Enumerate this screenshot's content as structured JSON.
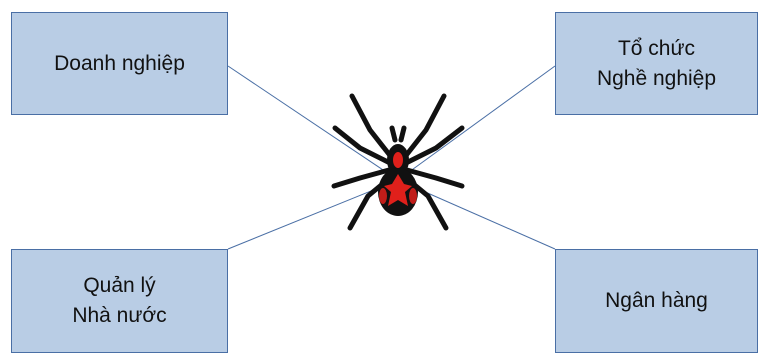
{
  "nodes": {
    "top_left": {
      "lines": [
        "Doanh nghiệp"
      ]
    },
    "top_right": {
      "lines": [
        "Tổ chức",
        "Nghề nghiệp"
      ]
    },
    "bottom_left": {
      "lines": [
        "Quản lý",
        "Nhà nước"
      ]
    },
    "bottom_right": {
      "lines": [
        "Ngân hàng"
      ]
    }
  },
  "center_icon": "spider-icon",
  "colors": {
    "box_fill": "#b9cde5",
    "box_border": "#4a6fa5",
    "connector": "#4a6fa5",
    "spider_body": "#111111",
    "spider_marking": "#e0201b"
  }
}
